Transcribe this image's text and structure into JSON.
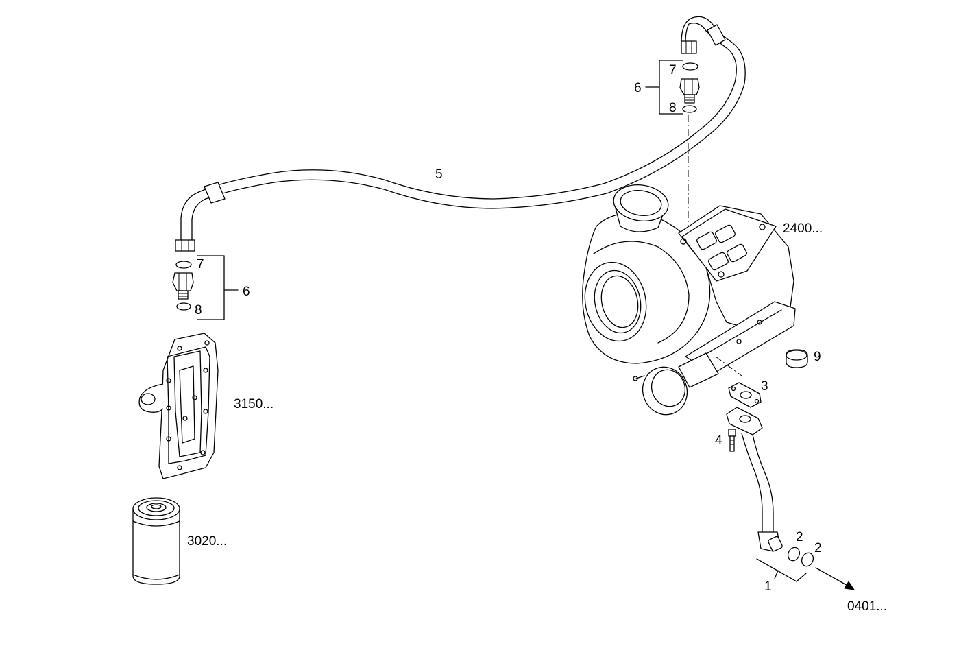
{
  "diagram": {
    "callouts": {
      "c1": "1",
      "c2a": "2",
      "c2b": "2",
      "c3": "3",
      "c4": "4",
      "c5": "5",
      "c6_top": "6",
      "c7_top": "7",
      "c8_top": "8",
      "c6_left": "6",
      "c7_left": "7",
      "c8_left": "8",
      "c9": "9",
      "ref_turbo": "2400...",
      "ref_cover": "3150...",
      "ref_filter": "3020...",
      "ref_drain": "0401..."
    }
  }
}
